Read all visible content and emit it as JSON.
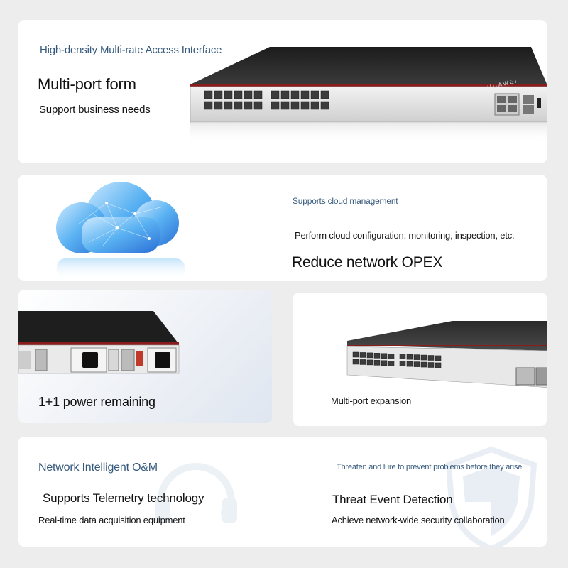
{
  "access": {
    "heading": "High-density Multi-rate Access Interface",
    "title": "Multi-port form",
    "subtitle": "Support business needs",
    "brand": "HUAWEI"
  },
  "cloud": {
    "heading": "Supports cloud management",
    "description": "Perform cloud configuration, monitoring, inspection, etc.",
    "title": "Reduce network OPEX"
  },
  "power": {
    "title": "1+1 power remaining"
  },
  "expansion": {
    "title": "Multi-port expansion"
  },
  "om": {
    "heading": "Network Intelligent O&M",
    "title": "Supports Telemetry technology",
    "subtitle": "Real-time data acquisition equipment"
  },
  "security": {
    "heading": "Threaten and lure to prevent problems before they arise",
    "title": "Threat Event Detection",
    "subtitle": "Achieve network-wide security collaboration"
  },
  "colors": {
    "background": "#ededed",
    "card": "#ffffff",
    "heading_blue": "#35597d",
    "text_dark": "#111111",
    "chassis_red": "#8a1c1c"
  }
}
